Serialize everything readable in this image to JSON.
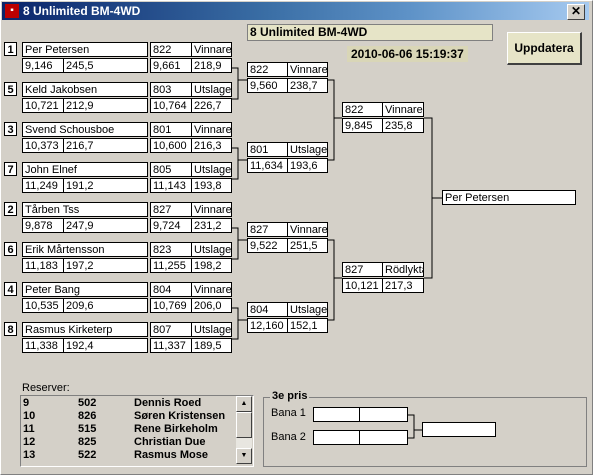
{
  "window": {
    "title": "8 Unlimited BM-4WD",
    "close": "✕"
  },
  "header": {
    "label": "8 Unlimited BM-4WD",
    "datetime": "2010-06-06 15:19:37",
    "update_button": "Uppdatera"
  },
  "round1": [
    {
      "seed": "1",
      "name": "Per Petersen",
      "t1": "9,146",
      "s1": "245,5",
      "no": "822",
      "t2": "9,661",
      "s2": "218,9",
      "result": "Vinnare"
    },
    {
      "seed": "5",
      "name": "Keld Jakobsen",
      "t1": "10,721",
      "s1": "212,9",
      "no": "803",
      "t2": "10,764",
      "s2": "226,7",
      "result": "Utslagen"
    },
    {
      "seed": "3",
      "name": "Svend Schousboe",
      "t1": "10,373",
      "s1": "216,7",
      "no": "801",
      "t2": "10,600",
      "s2": "216,3",
      "result": "Vinnare"
    },
    {
      "seed": "7",
      "name": "John Elnef",
      "t1": "11,249",
      "s1": "191,2",
      "no": "805",
      "t2": "11,143",
      "s2": "193,8",
      "result": "Utslagen"
    },
    {
      "seed": "2",
      "name": "Tårben Tss",
      "t1": "9,878",
      "s1": "247,9",
      "no": "827",
      "t2": "9,724",
      "s2": "231,2",
      "result": "Vinnare"
    },
    {
      "seed": "6",
      "name": "Erik Mårtensson",
      "t1": "11,183",
      "s1": "197,2",
      "no": "823",
      "t2": "11,255",
      "s2": "198,2",
      "result": "Utslagen"
    },
    {
      "seed": "4",
      "name": "Peter Bang",
      "t1": "10,535",
      "s1": "209,6",
      "no": "804",
      "t2": "10,769",
      "s2": "206,0",
      "result": "Vinnare"
    },
    {
      "seed": "8",
      "name": "Rasmus Kirketerp",
      "t1": "11,338",
      "s1": "192,4",
      "no": "807",
      "t2": "11,337",
      "s2": "189,5",
      "result": "Utslagen"
    }
  ],
  "round2": [
    {
      "no": "822",
      "result": "Vinnare",
      "time": "9,560",
      "speed": "238,7"
    },
    {
      "no": "801",
      "result": "Utslagen",
      "time": "11,634",
      "speed": "193,6"
    },
    {
      "no": "827",
      "result": "Vinnare",
      "time": "9,522",
      "speed": "251,5"
    },
    {
      "no": "804",
      "result": "Utslagen",
      "time": "12,160",
      "speed": "152,1"
    }
  ],
  "round3": [
    {
      "no": "822",
      "result": "Vinnare",
      "time": "9,845",
      "speed": "235,8"
    },
    {
      "no": "827",
      "result": "Rödlykta",
      "time": "10,121",
      "speed": "217,3"
    }
  ],
  "winner": "Per Petersen",
  "reserves": {
    "label": "Reserver:",
    "rows": [
      {
        "pos": "9",
        "no": "502",
        "name": "Dennis Roed"
      },
      {
        "pos": "10",
        "no": "826",
        "name": "Søren Kristensen"
      },
      {
        "pos": "11",
        "no": "515",
        "name": "Rene Birkeholm"
      },
      {
        "pos": "12",
        "no": "825",
        "name": "Christian Due"
      },
      {
        "pos": "13",
        "no": "522",
        "name": "Rasmus Mose"
      }
    ]
  },
  "third_prize": {
    "title": "3e pris",
    "lane1": "Bana 1",
    "lane2": "Bana 2"
  }
}
